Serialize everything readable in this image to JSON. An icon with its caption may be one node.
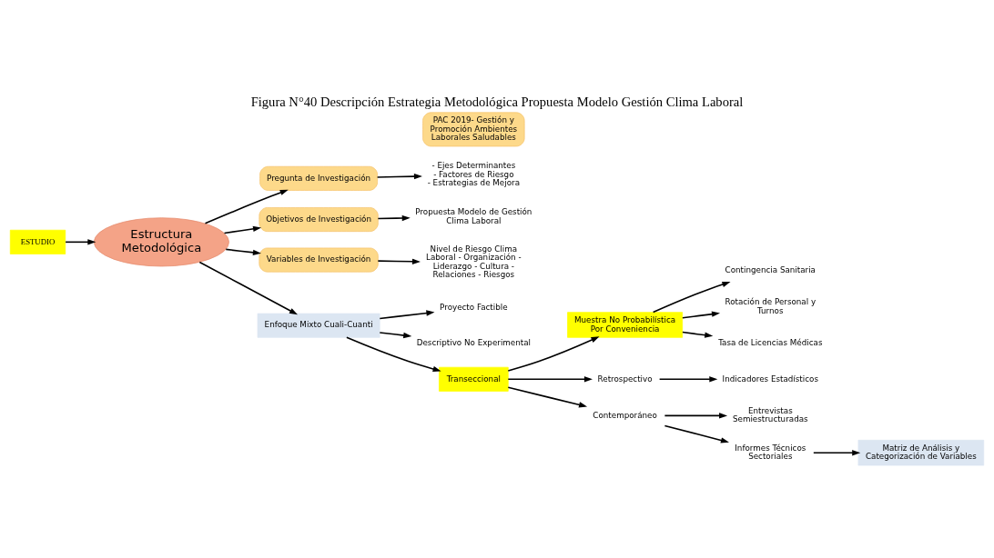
{
  "diagram": {
    "title": "Figura N°40 Descripción Estrategia Metodológica Propuesta Modelo Gestión Clima Laboral",
    "nodes": [
      {
        "text": [
          "ESTUDIO"
        ]
      },
      {
        "text": [
          "Estructura Metodológica"
        ]
      },
      {
        "text": [
          "Pregunta de Investigación"
        ]
      },
      {
        "text": [
          "Objetivos de Investigación"
        ]
      },
      {
        "text": [
          "Variables de Investigación"
        ]
      },
      {
        "text": [
          "- Ejes Determinantes",
          "- Factores de Riesgo",
          "- Estrategias de Mejora"
        ]
      },
      {
        "text": [
          "Propuesta Modelo de Gestión Clima Laboral"
        ]
      },
      {
        "text": [
          "Nivel de Riesgo Clima Laboral - Organización - Liderazgo - Cultura - Relaciones - Riesgos"
        ]
      },
      {
        "text": [
          "Enfoque Mixto Cuali-Cuanti"
        ]
      },
      {
        "text": [
          "Proyecto Factible"
        ]
      },
      {
        "text": [
          "Descriptivo No Experimental"
        ]
      },
      {
        "text": [
          "PAC 2019- Gestión y Promoción Ambientes Laborales Saludables"
        ]
      },
      {
        "text": [
          "Transeccional"
        ]
      },
      {
        "text": [
          "Muestra No Probabilística Por Conveniencia"
        ]
      },
      {
        "text": [
          "Retrospectivo"
        ]
      },
      {
        "text": [
          "Contemporáneo"
        ]
      },
      {
        "text": [
          "Indicadores Estadísticos"
        ]
      },
      {
        "text": [
          "Entrevistas Semiestructuradas"
        ]
      },
      {
        "text": [
          "Informes Técnicos Sectoriales"
        ]
      },
      {
        "text": [
          "Matriz de Análisis y Categorización de Variables"
        ]
      },
      {
        "text": [
          "Contingencia Sanitaria"
        ]
      },
      {
        "text": [
          "Rotación de Personal y Turnos"
        ]
      },
      {
        "text": [
          "Tasa de Licencias Médicas"
        ]
      }
    ],
    "edges": [
      {
        "from": 0,
        "to": 1,
        "arrow": "to"
      },
      {
        "from": 1,
        "to": 2,
        "arrow": "to"
      },
      {
        "from": 1,
        "to": 3,
        "arrow": "to"
      },
      {
        "from": 1,
        "to": 4,
        "arrow": "to"
      },
      {
        "from": 2,
        "to": 5,
        "arrow": "to"
      },
      {
        "from": 3,
        "to": 6,
        "arrow": "to"
      },
      {
        "from": 4,
        "to": 7,
        "arrow": "to"
      },
      {
        "from": 1,
        "to": 8,
        "arrow": "to"
      },
      {
        "from": 8,
        "to": 9,
        "arrow": "to"
      },
      {
        "from": 8,
        "to": 10,
        "arrow": "to"
      },
      {
        "from": 8,
        "to": 12,
        "arrow": "to"
      },
      {
        "from": 12,
        "to": 13,
        "arrow": "to"
      },
      {
        "from": 12,
        "to": 14,
        "arrow": "to"
      },
      {
        "from": 12,
        "to": 15,
        "arrow": "to"
      },
      {
        "from": 14,
        "to": 16,
        "arrow": "to"
      },
      {
        "from": 15,
        "to": 17,
        "arrow": "to"
      },
      {
        "from": 15,
        "to": 18,
        "arrow": "to"
      },
      {
        "from": 18,
        "to": 19,
        "arrow": "to"
      },
      {
        "from": 13,
        "to": 20,
        "arrow": "to"
      },
      {
        "from": 13,
        "to": 21,
        "arrow": "to"
      },
      {
        "from": 13,
        "to": 22,
        "arrow": "to"
      }
    ]
  }
}
